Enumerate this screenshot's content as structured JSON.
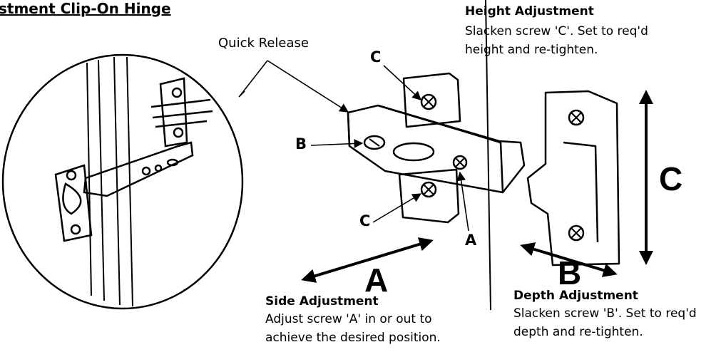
{
  "title": "stment Clip-On Hinge",
  "callouts": {
    "quick_release": "Quick Release",
    "c_top": "C",
    "b_left": "B",
    "c_bottom": "C",
    "a_screw": "A"
  },
  "big_letters": {
    "a": "A",
    "b": "B",
    "c": "C"
  },
  "height_adjustment": {
    "heading": "Height Adjustment",
    "line1": "Slacken screw 'C'. Set to req'd",
    "line2": "height and re-tighten."
  },
  "side_adjustment": {
    "heading": "Side Adjustment",
    "line1": "Adjust screw 'A' in or out to",
    "line2": "achieve the desired position."
  },
  "depth_adjustment": {
    "heading": "Depth Adjustment",
    "line1": "Slacken screw 'B'. Set to req'd",
    "line2": "depth and re-tighten."
  }
}
